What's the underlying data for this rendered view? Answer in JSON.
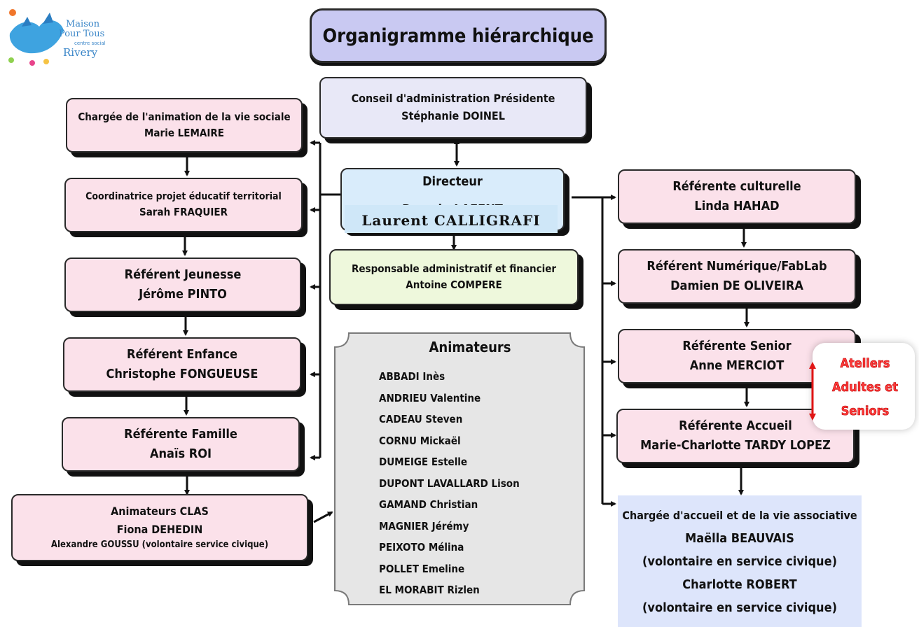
{
  "logo": {
    "line1": "Maison",
    "line2": "Pour Tous",
    "line3": "centre social",
    "line4": "Rivery"
  },
  "title": "Organigramme hiérarchique",
  "conseil": {
    "role": "Conseil d'administration Présidente",
    "name": "Stéphanie DOINEL"
  },
  "directeur": {
    "role": "Directeur",
    "hidden_name": "Romain LAFENT",
    "overlay_name": "Laurent CALLIGRAFI"
  },
  "admin": {
    "role": "Responsable administratif et financier",
    "name": "Antoine COMPERE"
  },
  "left": [
    {
      "role": "Chargée de l'animation de la vie sociale",
      "name": "Marie LEMAIRE"
    },
    {
      "role": "Coordinatrice projet éducatif territorial",
      "name": "Sarah FRAQUIER"
    },
    {
      "role": "Référent Jeunesse",
      "name": "Jérôme PINTO"
    },
    {
      "role": "Référent Enfance",
      "name": "Christophe FONGUEUSE"
    },
    {
      "role": "Référente Famille",
      "name": "Anaïs ROI"
    },
    {
      "role": "Animateurs CLAS",
      "name": "Fiona DEHEDIN",
      "extra": "Alexandre GOUSSU (volontaire service civique)"
    }
  ],
  "right": [
    {
      "role": "Référente culturelle",
      "name": "Linda HAHAD"
    },
    {
      "role": "Référent Numérique/FabLab",
      "name": "Damien DE OLIVEIRA"
    },
    {
      "role": "Référente Senior",
      "name": "Anne MERCIOT"
    },
    {
      "role": "Référente Accueil",
      "name": "Marie-Charlotte TARDY LOPEZ"
    }
  ],
  "accueil_assoc": {
    "lines": [
      "Chargée d'accueil et de la vie associative",
      "Maëlla BEAUVAIS",
      "(volontaire en service civique)",
      "Charlotte ROBERT",
      "(volontaire en service civique)"
    ]
  },
  "animateurs": {
    "title": "Animateurs",
    "names": [
      "ABBADI Inès",
      "ANDRIEU Valentine",
      "CADEAU Steven",
      "CORNU Mickaël",
      "DUMEIGE Estelle",
      "DUPONT LAVALLARD Lison",
      "GAMAND Christian",
      "MAGNIER Jérémy",
      "PEIXOTO Mélina",
      "POLLET Emeline",
      "EL MORABIT Rizlen"
    ]
  },
  "callout": {
    "lines": [
      "Ateliers",
      "Adultes et",
      "Seniors"
    ]
  },
  "colors": {
    "pink": "#fbe1ea",
    "lavender": "#e8e8f7",
    "blue": "#d9ecfb",
    "green": "#eef8dc",
    "title_bg": "#c9c9f2",
    "callout_red": "#ff3b3b",
    "animateurs_bg": "#e6e6e6"
  }
}
